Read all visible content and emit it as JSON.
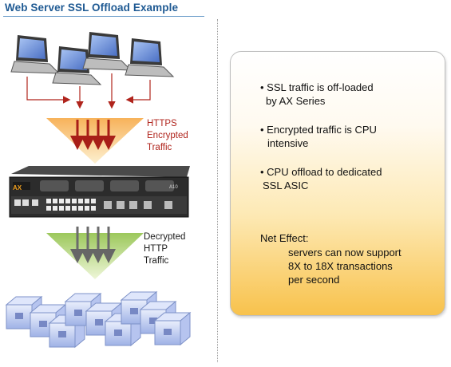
{
  "title": "Web Server SSL Offload Example",
  "labels": {
    "https": [
      "HTTPS",
      "Encrypted",
      "Traffic"
    ],
    "http": [
      "Decrypted",
      "HTTP",
      "Traffic"
    ]
  },
  "device": {
    "brand": "AX",
    "model": "A10"
  },
  "bullets": [
    [
      "• SSL traffic is off-loaded",
      "by AX Series"
    ],
    [
      "• Encrypted traffic is CPU",
      "intensive"
    ],
    [
      "• CPU offload to dedicated",
      "SSL ASIC"
    ]
  ],
  "net_effect": {
    "title": "Net Effect:",
    "lines": [
      "servers can now support",
      "8X to 18X transactions",
      "per second"
    ]
  },
  "colors": {
    "title": "#1f5a93",
    "https_arrows": "#b0241c",
    "https_funnel": "#f6b860",
    "http_funnel": "#a9cf6a",
    "http_arrows": "#6b6b6b"
  },
  "icons": [
    "laptop-icon",
    "network-appliance-icon",
    "server-icon"
  ]
}
